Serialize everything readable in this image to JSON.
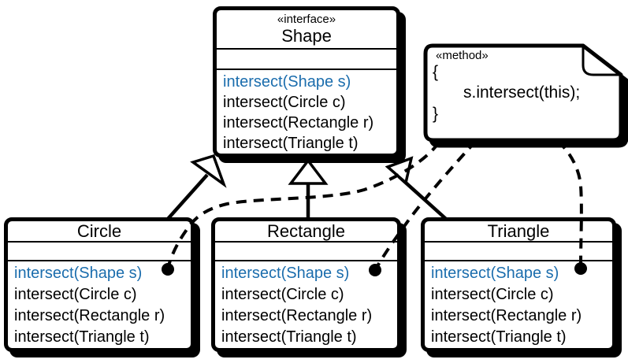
{
  "interface_box": {
    "stereotype": "«interface»",
    "name": "Shape",
    "methods": [
      "intersect(Shape s)",
      "intersect(Circle c)",
      "intersect(Rectangle r)",
      "intersect(Triangle t)"
    ],
    "highlighted_method": "intersect(Shape s)"
  },
  "class_boxes": [
    {
      "name": "Circle",
      "methods": [
        "intersect(Shape s)",
        "intersect(Circle c)",
        "intersect(Rectangle r)",
        "intersect(Triangle t)"
      ]
    },
    {
      "name": "Rectangle",
      "methods": [
        "intersect(Shape s)",
        "intersect(Circle c)",
        "intersect(Rectangle r)",
        "intersect(Triangle t)"
      ]
    },
    {
      "name": "Triangle",
      "methods": [
        "intersect(Shape s)",
        "intersect(Circle c)",
        "intersect(Rectangle r)",
        "intersect(Triangle t)"
      ]
    }
  ],
  "note": {
    "stereotype": "«method»",
    "brace_open": "{",
    "code": "s.intersect(this);",
    "brace_close": "}"
  },
  "relationships": {
    "realizations": [
      {
        "from": "Circle",
        "to": "Shape"
      },
      {
        "from": "Rectangle",
        "to": "Shape"
      },
      {
        "from": "Triangle",
        "to": "Shape"
      }
    ],
    "note_attachments": [
      "Circle.intersect(Shape s)",
      "Rectangle.intersect(Shape s)",
      "Triangle.intersect(Shape s)"
    ]
  },
  "colors": {
    "highlight_blue": "#1b6dad",
    "line_black": "#000000",
    "fill_white": "#ffffff"
  }
}
